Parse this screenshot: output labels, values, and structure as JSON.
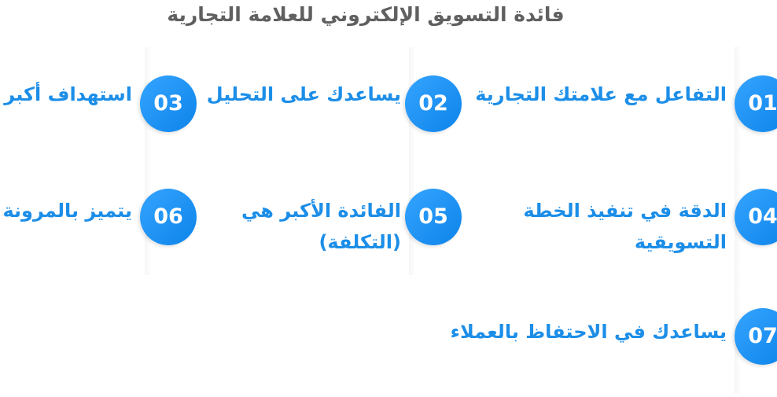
{
  "title": "فائدة التسويق الإلكتروني للعلامة التجارية",
  "items": [
    {
      "number": "01",
      "label": "التفاعل مع علامتك التجارية"
    },
    {
      "number": "02",
      "label": "يساعدك على التحليل"
    },
    {
      "number": "03",
      "label": "استهداف أكبر"
    },
    {
      "number": "04",
      "label_line1": "الدقة في تنفيذ الخطة",
      "label_line2": "التسويقية"
    },
    {
      "number": "05",
      "label_line1": "الفائدة الأكبر هي",
      "label_line2": "(التكلفة)"
    },
    {
      "number": "06",
      "label": "يتميز بالمرونة"
    },
    {
      "number": "07",
      "label": "يساعدك في الاحتفاظ بالعملاء"
    }
  ],
  "colors": {
    "accent": "#1c8ee8",
    "circle": "#1b8ef0",
    "title": "#606060"
  }
}
